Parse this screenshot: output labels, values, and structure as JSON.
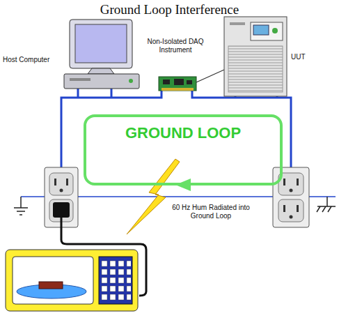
{
  "diagram": {
    "title": "Ground Loop Interference",
    "nodes": [
      {
        "text": [
          "GROUND LOOP"
        ]
      }
    ],
    "labels": [
      "Host Computer",
      "Non-Isolated DAQ Instrument",
      "UUT",
      "60 Hz Hum Radiated into Ground Loop"
    ]
  }
}
